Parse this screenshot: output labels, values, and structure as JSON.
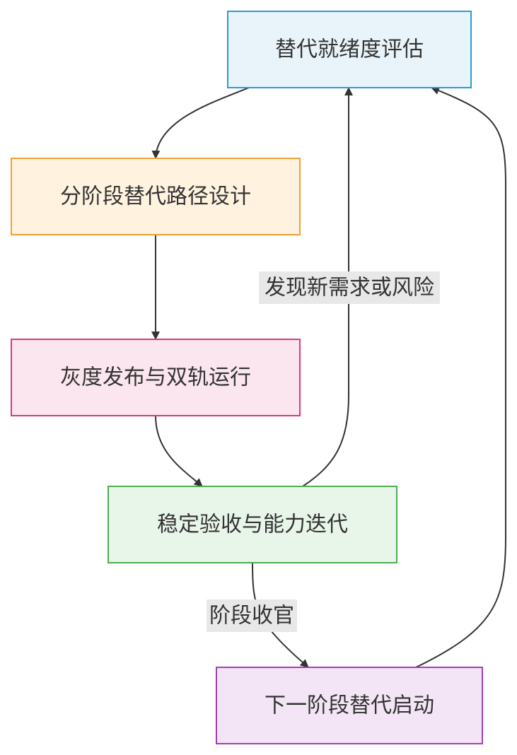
{
  "nodes": {
    "assess": {
      "label": "替代就绪度评估",
      "fill": "#e8f4fa",
      "stroke": "#2b9bd1"
    },
    "design": {
      "label": "分阶段替代路径设计",
      "fill": "#fff3e0",
      "stroke": "#f0a030"
    },
    "gray": {
      "label": "灰度发布与双轨运行",
      "fill": "#fbe5ee",
      "stroke": "#d63a7a"
    },
    "accept": {
      "label": "稳定验收与能力迭代",
      "fill": "#e8f5e9",
      "stroke": "#4caf50"
    },
    "next": {
      "label": "下一阶段替代启动",
      "fill": "#f3e5f5",
      "stroke": "#a23fb5"
    }
  },
  "edge_labels": {
    "feedback": "发现新需求或风险",
    "close": "阶段收官"
  },
  "colors": {
    "edge": "#333333",
    "edge_label_bg": "#e8e8e8"
  }
}
